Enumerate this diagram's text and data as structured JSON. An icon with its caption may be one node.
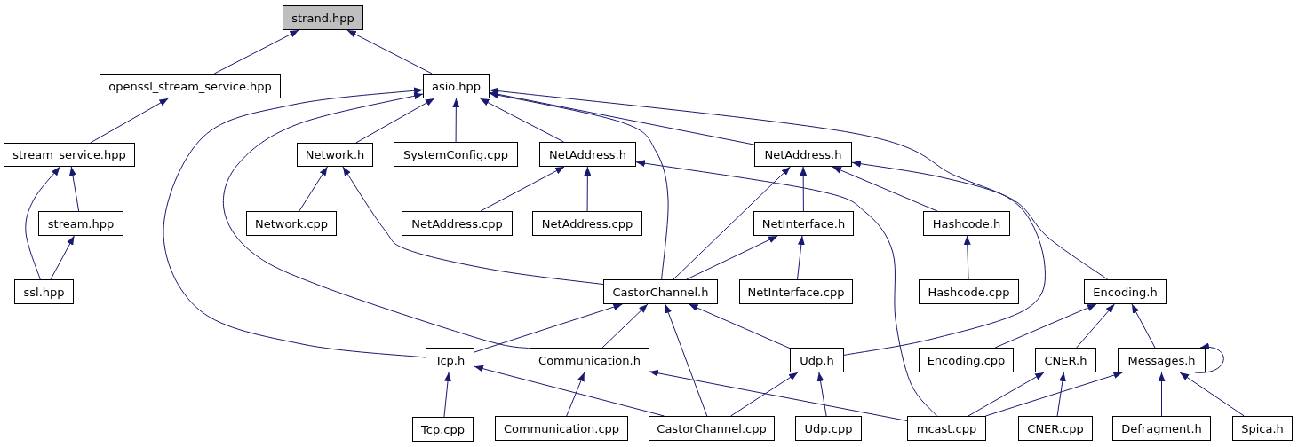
{
  "diagram": {
    "nodes": [
      {
        "text": [
          "strand.hpp"
        ]
      },
      {
        "text": [
          "openssl_stream_service.hpp"
        ]
      },
      {
        "text": [
          "asio.hpp"
        ]
      },
      {
        "text": [
          "stream_service.hpp"
        ]
      },
      {
        "text": [
          "Network.h"
        ]
      },
      {
        "text": [
          "SystemConfig.cpp"
        ]
      },
      {
        "text": [
          "NetAddress.h"
        ]
      },
      {
        "text": [
          "NetAddress.h"
        ]
      },
      {
        "text": [
          "stream.hpp"
        ]
      },
      {
        "text": [
          "Network.cpp"
        ]
      },
      {
        "text": [
          "NetAddress.cpp"
        ]
      },
      {
        "text": [
          "NetAddress.cpp"
        ]
      },
      {
        "text": [
          "NetInterface.h"
        ]
      },
      {
        "text": [
          "Hashcode.h"
        ]
      },
      {
        "text": [
          "ssl.hpp"
        ]
      },
      {
        "text": [
          "CastorChannel.h"
        ]
      },
      {
        "text": [
          "NetInterface.cpp"
        ]
      },
      {
        "text": [
          "Hashcode.cpp"
        ]
      },
      {
        "text": [
          "Encoding.h"
        ]
      },
      {
        "text": [
          "Tcp.h"
        ]
      },
      {
        "text": [
          "Communication.h"
        ]
      },
      {
        "text": [
          "Udp.h"
        ]
      },
      {
        "text": [
          "Encoding.cpp"
        ]
      },
      {
        "text": [
          "CNER.h"
        ]
      },
      {
        "text": [
          "Messages.h"
        ]
      },
      {
        "text": [
          "Tcp.cpp"
        ]
      },
      {
        "text": [
          "Communication.cpp"
        ]
      },
      {
        "text": [
          "CastorChannel.cpp"
        ]
      },
      {
        "text": [
          "Udp.cpp"
        ]
      },
      {
        "text": [
          "mcast.cpp"
        ]
      },
      {
        "text": [
          "CNER.cpp"
        ]
      },
      {
        "text": [
          "Defragment.h"
        ]
      },
      {
        "text": [
          "Spica.h"
        ]
      }
    ],
    "edges": [
      {
        "from": 1,
        "to": 0,
        "arrow": "to"
      },
      {
        "from": 2,
        "to": 0,
        "arrow": "to"
      },
      {
        "from": 3,
        "to": 1,
        "arrow": "to"
      },
      {
        "from": 4,
        "to": 2,
        "arrow": "to"
      },
      {
        "from": 5,
        "to": 2,
        "arrow": "to"
      },
      {
        "from": 6,
        "to": 2,
        "arrow": "to"
      },
      {
        "from": 7,
        "to": 2,
        "arrow": "to"
      },
      {
        "from": 15,
        "to": 2,
        "arrow": "to"
      },
      {
        "from": 20,
        "to": 2,
        "arrow": "to"
      },
      {
        "from": 19,
        "to": 2,
        "arrow": "to"
      },
      {
        "from": 21,
        "to": 2,
        "arrow": "to"
      },
      {
        "from": 8,
        "to": 3,
        "arrow": "to"
      },
      {
        "from": 14,
        "to": 3,
        "arrow": "to"
      },
      {
        "from": 14,
        "to": 8,
        "arrow": "to"
      },
      {
        "from": 9,
        "to": 4,
        "arrow": "to"
      },
      {
        "from": 15,
        "to": 4,
        "arrow": "to"
      },
      {
        "from": 10,
        "to": 6,
        "arrow": "to"
      },
      {
        "from": 11,
        "to": 6,
        "arrow": "to"
      },
      {
        "from": 29,
        "to": 6,
        "arrow": "to"
      },
      {
        "from": 15,
        "to": 7,
        "arrow": "to"
      },
      {
        "from": 12,
        "to": 7,
        "arrow": "to"
      },
      {
        "from": 13,
        "to": 7,
        "arrow": "to"
      },
      {
        "from": 18,
        "to": 7,
        "arrow": "to"
      },
      {
        "from": 15,
        "to": 12,
        "arrow": "to"
      },
      {
        "from": 16,
        "to": 12,
        "arrow": "to"
      },
      {
        "from": 17,
        "to": 13,
        "arrow": "to"
      },
      {
        "from": 19,
        "to": 15,
        "arrow": "to"
      },
      {
        "from": 20,
        "to": 15,
        "arrow": "to"
      },
      {
        "from": 27,
        "to": 15,
        "arrow": "to"
      },
      {
        "from": 21,
        "to": 15,
        "arrow": "to"
      },
      {
        "from": 22,
        "to": 18,
        "arrow": "to"
      },
      {
        "from": 23,
        "to": 18,
        "arrow": "to"
      },
      {
        "from": 24,
        "to": 18,
        "arrow": "to"
      },
      {
        "from": 25,
        "to": 19,
        "arrow": "to"
      },
      {
        "from": 27,
        "to": 19,
        "arrow": "to"
      },
      {
        "from": 26,
        "to": 20,
        "arrow": "to"
      },
      {
        "from": 29,
        "to": 20,
        "arrow": "to"
      },
      {
        "from": 27,
        "to": 21,
        "arrow": "to"
      },
      {
        "from": 28,
        "to": 21,
        "arrow": "to"
      },
      {
        "from": 29,
        "to": 23,
        "arrow": "to"
      },
      {
        "from": 30,
        "to": 23,
        "arrow": "to"
      },
      {
        "from": 29,
        "to": 24,
        "arrow": "to"
      },
      {
        "from": 31,
        "to": 24,
        "arrow": "to"
      },
      {
        "from": 32,
        "to": 24,
        "arrow": "to"
      },
      {
        "from": 24,
        "to": 24,
        "arrow": "to"
      }
    ]
  }
}
